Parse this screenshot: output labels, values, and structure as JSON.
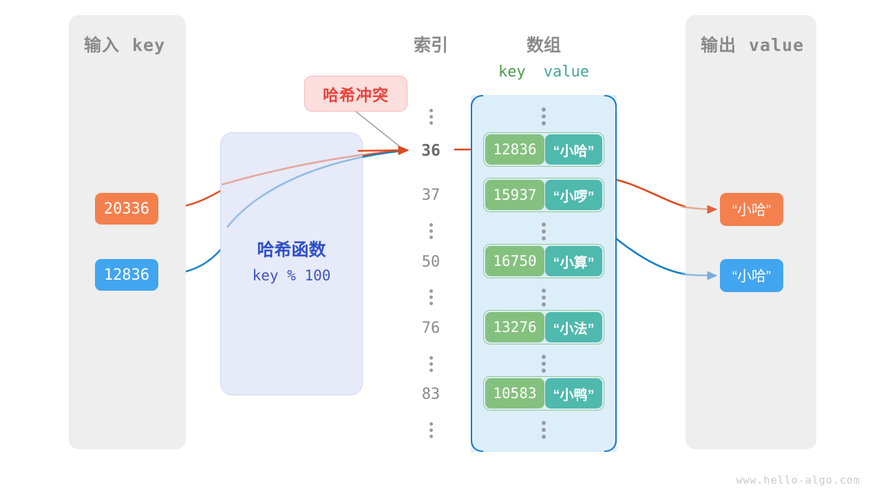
{
  "panels": {
    "input": {
      "label_cn": "输入",
      "label_mono": "key"
    },
    "output": {
      "label_cn": "输出",
      "label_mono": "value"
    }
  },
  "headers": {
    "index": "索引",
    "array": "数组",
    "key": "key",
    "value": "value"
  },
  "hash_function": {
    "title": "哈希函数",
    "expression": "key % 100"
  },
  "collision_label": "哈希冲突",
  "inputs": [
    {
      "value": "20336",
      "color": "#f4804e"
    },
    {
      "value": "12836",
      "color": "#42a5ef"
    }
  ],
  "outputs": [
    {
      "value": "“小哈”",
      "color": "#f4804e"
    },
    {
      "value": "“小哈”",
      "color": "#42a5ef"
    }
  ],
  "index_column": [
    "⋮",
    "36",
    "37",
    "⋮",
    "50",
    "⋮",
    "76",
    "⋮",
    "83",
    "⋮"
  ],
  "highlighted_index": "36",
  "entries": [
    {
      "index": "36",
      "key": "12836",
      "value": "“小哈”"
    },
    {
      "index": "37",
      "key": "15937",
      "value": "“小啰”"
    },
    {
      "index": "50",
      "key": "16750",
      "value": "“小算”"
    },
    {
      "index": "76",
      "key": "13276",
      "value": "“小法”"
    },
    {
      "index": "83",
      "key": "10583",
      "value": "“小鸭”"
    }
  ],
  "colors": {
    "panel_bg": "#eeeeee",
    "array_bg": "#ddeefb",
    "array_border": "#1878c8",
    "key_cell": "#85c17e",
    "value_cell": "#4fb9ad",
    "hash_box_bg": "#e7eaf8",
    "hash_text": "#3050c8",
    "orange": "#f4804e",
    "blue": "#42a5ef",
    "collision_bg": "#fbdedd",
    "collision_text": "#e8433b"
  },
  "watermark": "www.hello-algo.com"
}
